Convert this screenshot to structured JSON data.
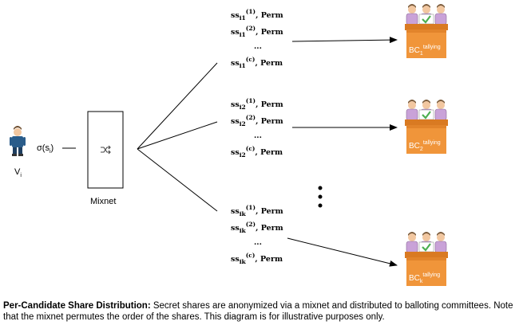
{
  "voter": {
    "label": "V",
    "sub": "i",
    "sigma_label": "σ(s",
    "sigma_sub": "i",
    "sigma_close": ")"
  },
  "mixnet": {
    "label": "Mixnet",
    "icon": "shuffle-icon"
  },
  "groups": [
    {
      "sub": "i1",
      "shares": [
        {
          "base": "ss",
          "sub": "i1",
          "sup": "(1)",
          "tail": ", Perm"
        },
        {
          "base": "ss",
          "sub": "i1",
          "sup": "(2)",
          "tail": ", Perm"
        },
        {
          "base": "...",
          "sub": "",
          "sup": "",
          "tail": ""
        },
        {
          "base": "ss",
          "sub": "i1",
          "sup": "(c)",
          "tail": ", Perm"
        }
      ],
      "committee": {
        "base": "BC",
        "sub": "1",
        "sup": "tallying"
      }
    },
    {
      "sub": "i2",
      "shares": [
        {
          "base": "ss",
          "sub": "i2",
          "sup": "(1)",
          "tail": ", Perm"
        },
        {
          "base": "ss",
          "sub": "i2",
          "sup": "(2)",
          "tail": ", Perm"
        },
        {
          "base": "...",
          "sub": "",
          "sup": "",
          "tail": ""
        },
        {
          "base": "ss",
          "sub": "i2",
          "sup": "(c)",
          "tail": ", Perm"
        }
      ],
      "committee": {
        "base": "BC",
        "sub": "2",
        "sup": "tallying"
      }
    },
    {
      "sub": "ik",
      "shares": [
        {
          "base": "ss",
          "sub": "ik",
          "sup": "(1)",
          "tail": ", Perm"
        },
        {
          "base": "ss",
          "sub": "ik",
          "sup": "(2)",
          "tail": ", Perm"
        },
        {
          "base": "...",
          "sub": "",
          "sup": "",
          "tail": ""
        },
        {
          "base": "ss",
          "sub": "ik",
          "sup": "(c)",
          "tail": ", Perm"
        }
      ],
      "committee": {
        "base": "BC",
        "sub": "k",
        "sup": "tallying"
      }
    }
  ],
  "caption": {
    "bold": "Per-Candidate Share Distribution:",
    "text": " Secret shares are anonymized via a mixnet and distributed to balloting committees. Note that the mixnet permutes the order of the shares. This diagram is for illustrative purposes only."
  },
  "colors": {
    "ballot_box": "#f0953a",
    "ballot_box_dark": "#d97a22",
    "committee_shirt": "#c9a2d8",
    "check": "#4caf50",
    "voter_shirt": "#2a5c8a"
  }
}
